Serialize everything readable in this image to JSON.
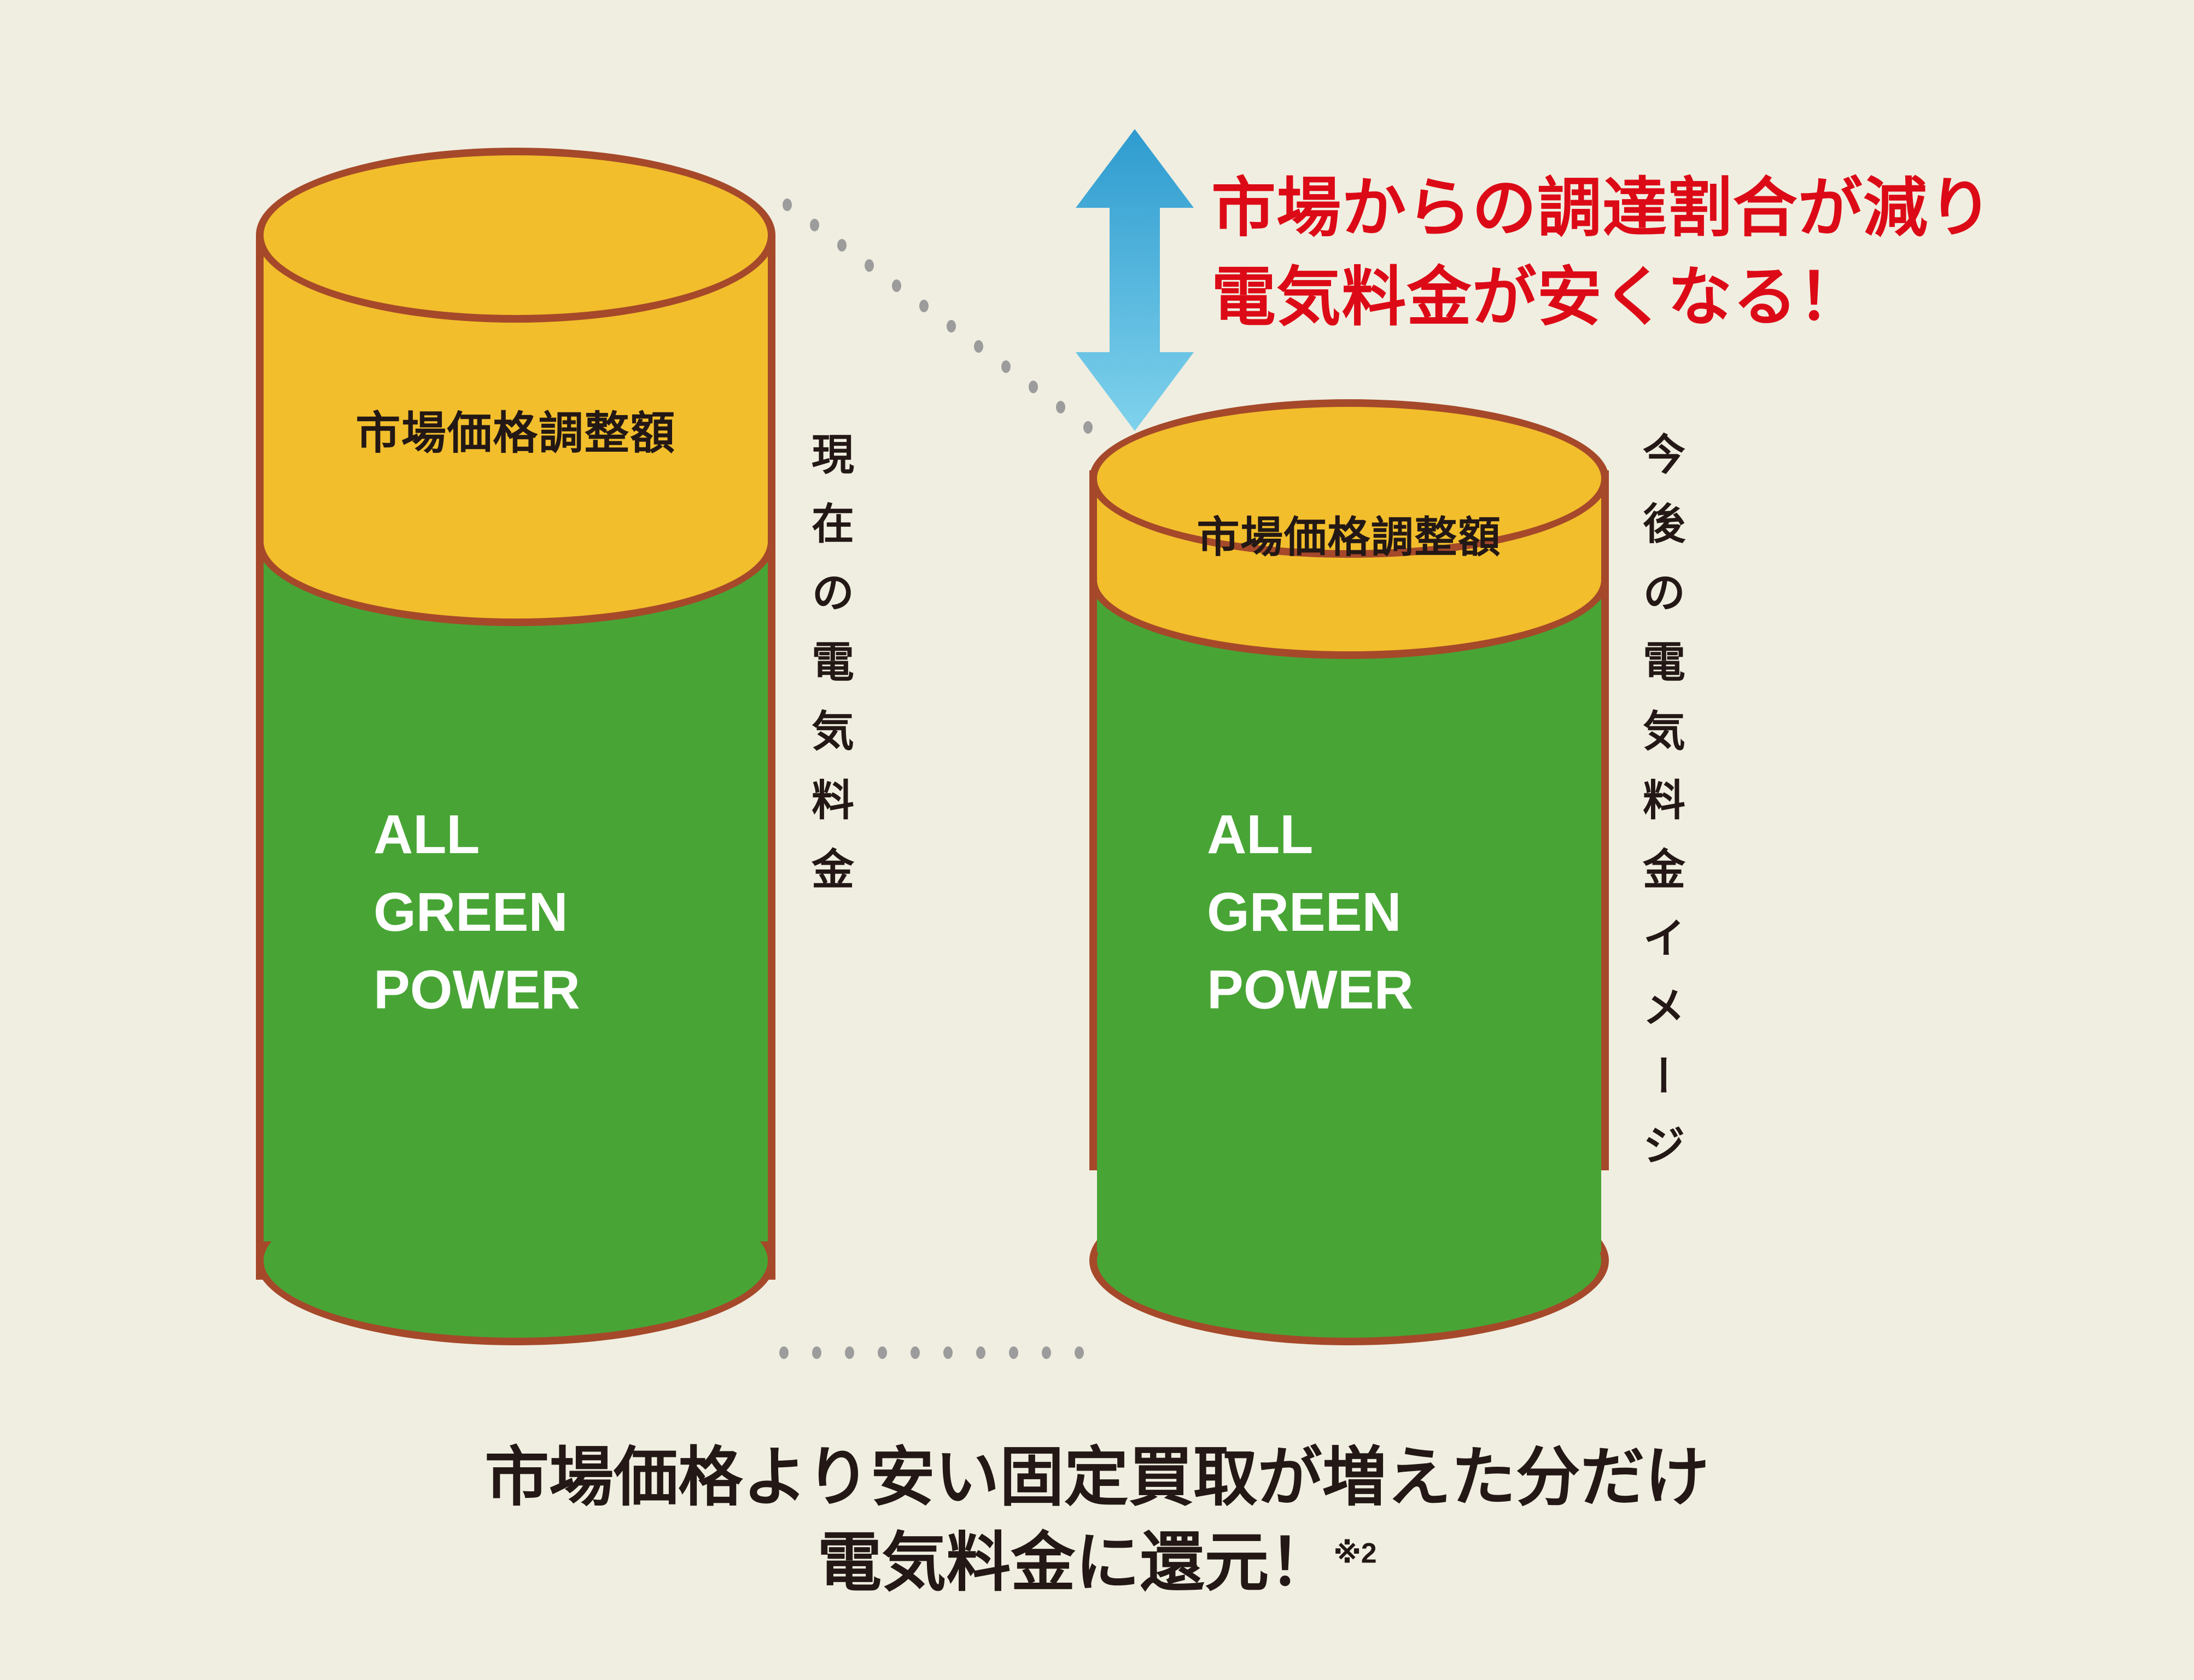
{
  "colors": {
    "background": "#F0EEE1",
    "yellow": "#F2BE2C",
    "green": "#48A535",
    "outline": "#A5492A",
    "red": "#DC0A16",
    "dark_text": "#231815",
    "white_text": "#FFFFFF",
    "dot_gray": "#9C9C9C",
    "arrow_top": "#2E9BCF",
    "arrow_bottom": "#7FD2EC"
  },
  "callout": {
    "text": "市場からの調達割合が減り\n電気料金が安くなる！"
  },
  "left_cylinder": {
    "caption": "現在の電気料金",
    "yellow_label": "市場価格調整額",
    "green_label": "ALL\nGREEN\nPOWER"
  },
  "right_cylinder": {
    "caption": "今後の電気料金イメージ",
    "yellow_label": "市場価格調整額",
    "green_label": "ALL\nGREEN\nPOWER"
  },
  "bottom_caption": {
    "line1": "市場価格より安い固定買取が増えた分だけ",
    "line2": "電気料金に還元！",
    "note": "※2"
  },
  "arrow": {
    "name": "double-headed-vertical-arrow"
  },
  "chart_data": {
    "type": "bar",
    "title": "電気料金の構成比較",
    "categories": [
      "現在の電気料金",
      "今後の電気料金イメージ"
    ],
    "series": [
      {
        "name": "ALL GREEN POWER",
        "values": [
          1370,
          1370
        ]
      },
      {
        "name": "市場価格調整額",
        "values": [
          760,
          310
        ]
      }
    ],
    "annotations": [
      "市場からの調達割合が減り電気料金が安くなる！",
      "市場価格より安い固定買取が増えた分だけ電気料金に還元！※2"
    ],
    "xlabel": "",
    "ylabel": "電気料金",
    "grid": false,
    "legend": "none"
  }
}
